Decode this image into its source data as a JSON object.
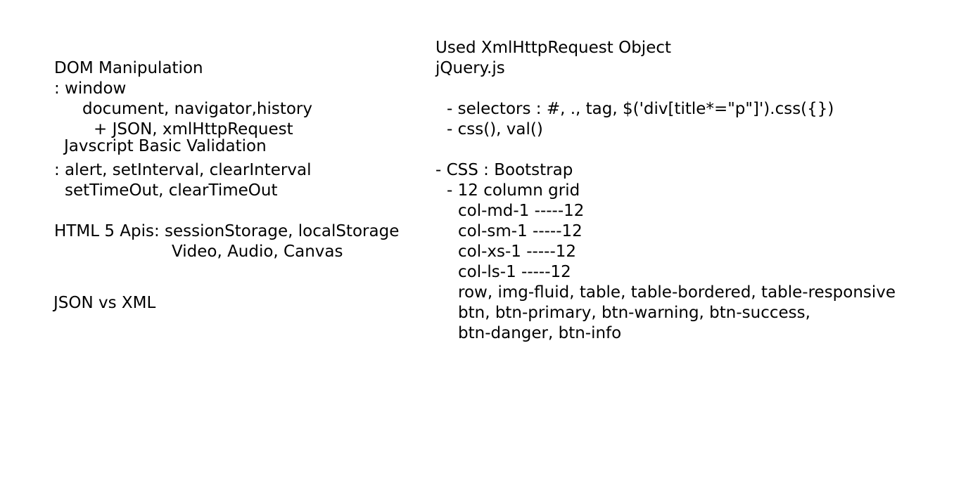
{
  "left_notes": [
    "DOM Manipulation",
    ": window",
    "document, navigator,history",
    "+ JSON, xmlHttpRequest",
    "Javscript Basic Validation",
    ": alert, setInterval, clearInterval",
    "setTimeOut, clearTimeOut",
    "HTML 5 Apis: sessionStorage, localStorage",
    "Video, Audio, Canvas",
    "JSON vs XML"
  ],
  "right_notes": [
    "Used XmlHttpRequest Object",
    "jQuery.js",
    "- selectors : #, ., tag, $('div[title*=\"p\"]').css({})",
    "- css(), val()",
    "- CSS : Bootstrap",
    "- 12 column grid",
    "col-md-1 -----12",
    "col-sm-1 -----12",
    "col-xs-1 -----12",
    "col-ls-1 -----12",
    "row, img-fluid, table, table-bordered, table-responsive",
    "btn, btn-primary, btn-warning, btn-success,",
    "btn-danger, btn-info"
  ]
}
